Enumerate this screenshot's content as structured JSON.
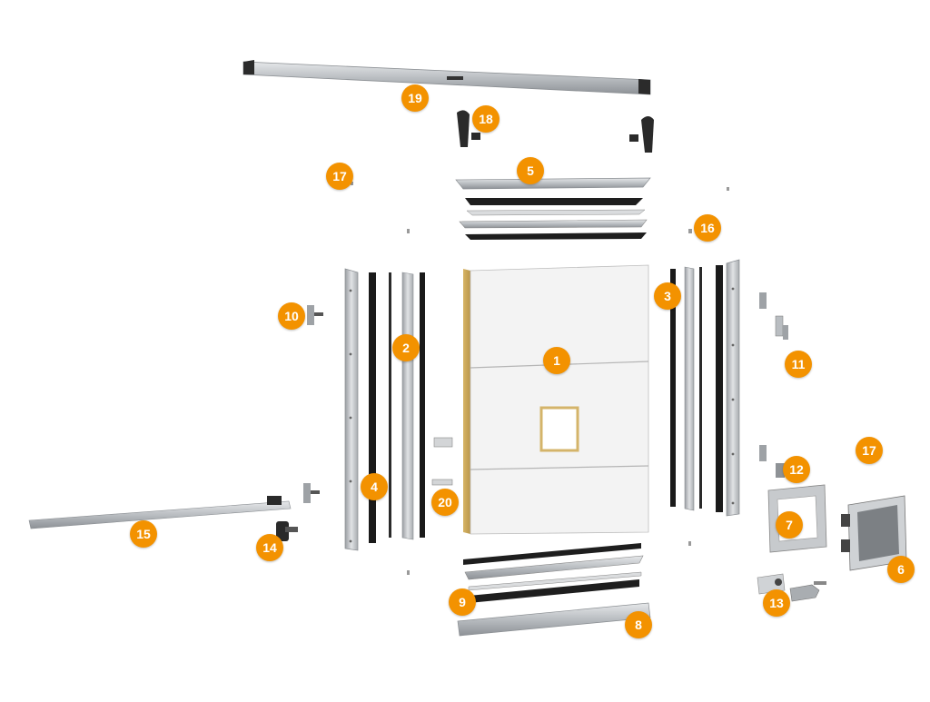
{
  "diagram": {
    "type": "exploded-parts-diagram",
    "subject": "sectional door wicket pass door assembly",
    "accent_color": "#f39200",
    "part_color": "#c9cccf",
    "panel_color": "#f2f2f2",
    "seal_color": "#1a1a1a",
    "callouts": {
      "c1": "1",
      "c2": "2",
      "c3": "3",
      "c4": "4",
      "c5": "5",
      "c6": "6",
      "c7": "7",
      "c8": "8",
      "c9": "9",
      "c10": "10",
      "c11": "11",
      "c12": "12",
      "c13": "13",
      "c14": "14",
      "c15": "15",
      "c16": "16",
      "c17a": "17",
      "c17b": "17",
      "c18": "18",
      "c19": "19",
      "c20": "20"
    }
  }
}
